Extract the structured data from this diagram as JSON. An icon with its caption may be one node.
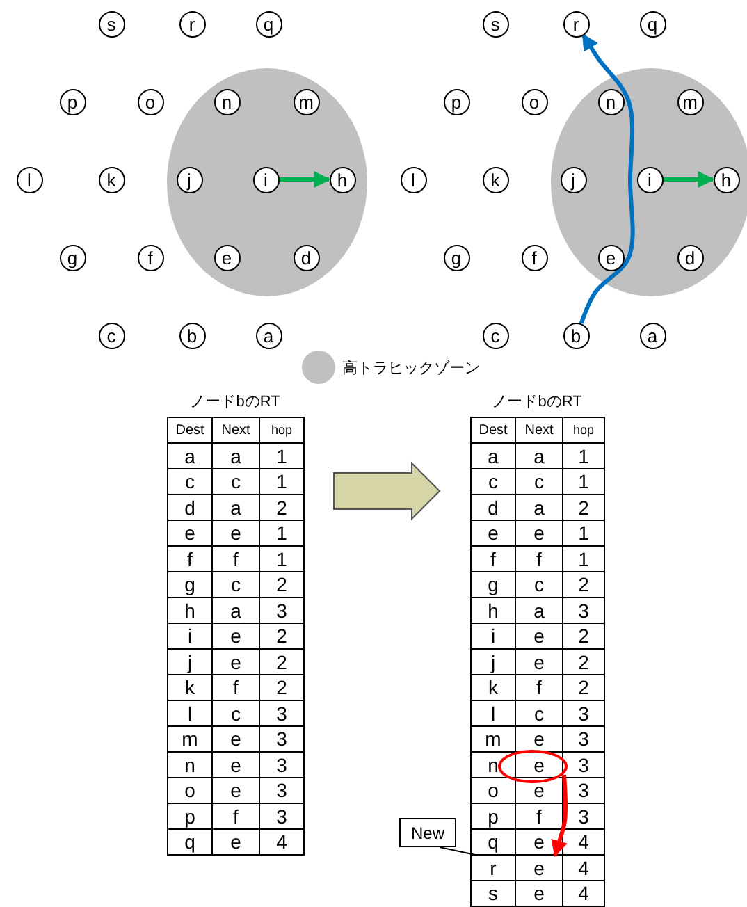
{
  "diagram": {
    "nodes": [
      {
        "text": [
          "s"
        ]
      },
      {
        "text": [
          "r"
        ]
      },
      {
        "text": [
          "q"
        ]
      },
      {
        "text": [
          "p"
        ]
      },
      {
        "text": [
          "o"
        ]
      },
      {
        "text": [
          "n"
        ]
      },
      {
        "text": [
          "m"
        ]
      },
      {
        "text": [
          "l"
        ]
      },
      {
        "text": [
          "k"
        ]
      },
      {
        "text": [
          "j"
        ]
      },
      {
        "text": [
          "i"
        ]
      },
      {
        "text": [
          "h"
        ]
      },
      {
        "text": [
          "g"
        ]
      },
      {
        "text": [
          "f"
        ]
      },
      {
        "text": [
          "e"
        ]
      },
      {
        "text": [
          "d"
        ]
      },
      {
        "text": [
          "c"
        ]
      },
      {
        "text": [
          "b"
        ]
      },
      {
        "text": [
          "a"
        ]
      },
      {
        "text": [
          "s"
        ]
      },
      {
        "text": [
          "r"
        ]
      },
      {
        "text": [
          "q"
        ]
      },
      {
        "text": [
          "p"
        ]
      },
      {
        "text": [
          "o"
        ]
      },
      {
        "text": [
          "n"
        ]
      },
      {
        "text": [
          "m"
        ]
      },
      {
        "text": [
          "l"
        ]
      },
      {
        "text": [
          "k"
        ]
      },
      {
        "text": [
          "j"
        ]
      },
      {
        "text": [
          "i"
        ]
      },
      {
        "text": [
          "h"
        ]
      },
      {
        "text": [
          "g"
        ]
      },
      {
        "text": [
          "f"
        ]
      },
      {
        "text": [
          "e"
        ]
      },
      {
        "text": [
          "d"
        ]
      },
      {
        "text": [
          "c"
        ]
      },
      {
        "text": [
          "b"
        ]
      },
      {
        "text": [
          "a"
        ]
      },
      {
        "text": [
          "New"
        ]
      },
      {
        "text": [],
        "shape": "circle"
      },
      {
        "text": [
          "r"
        ]
      },
      {
        "text": [
          "e"
        ]
      }
    ],
    "edges": [
      {
        "from": 10,
        "to": 11,
        "arrow": "to",
        "color": "#00b050"
      },
      {
        "from": 29,
        "to": 30,
        "arrow": "to",
        "color": "#00b050"
      },
      {
        "from": 36,
        "to": 20,
        "arrow": "to",
        "color": "#0070c0"
      },
      {
        "from": 38,
        "to": 40,
        "arrow": "none",
        "color": "#000000"
      },
      {
        "from": 39,
        "to": 41,
        "arrow": "to",
        "color": "#ff0000"
      }
    ],
    "labels": [
      "ノードbのRT",
      "Dest",
      "Next",
      "hop",
      "a",
      "a",
      "1",
      "c",
      "c",
      "1",
      "d",
      "a",
      "2",
      "e",
      "e",
      "1",
      "f",
      "f",
      "1",
      "g",
      "c",
      "2",
      "h",
      "a",
      "3",
      "i",
      "e",
      "2",
      "j",
      "e",
      "2",
      "k",
      "f",
      "2",
      "l",
      "c",
      "3",
      "m",
      "e",
      "3",
      "n",
      "e",
      "3",
      "o",
      "e",
      "3",
      "p",
      "f",
      "3",
      "q",
      "e",
      "4",
      "ノードbのRT",
      "Dest",
      "Next",
      "hop",
      "a",
      "a",
      "1",
      "c",
      "c",
      "1",
      "d",
      "a",
      "2",
      "e",
      "e",
      "1",
      "f",
      "f",
      "1",
      "g",
      "c",
      "2",
      "h",
      "a",
      "3",
      "i",
      "e",
      "2",
      "j",
      "e",
      "2",
      "k",
      "f",
      "2",
      "l",
      "c",
      "3",
      "m",
      "e",
      "3",
      "n",
      "e",
      "3",
      "o",
      "e",
      "3",
      "p",
      "f",
      "3",
      "q",
      "e",
      "4",
      "4",
      "s",
      "e",
      "4"
    ],
    "legend": [
      {
        "text": "高トラヒックゾーン",
        "color": "#c0c0c0"
      }
    ]
  }
}
